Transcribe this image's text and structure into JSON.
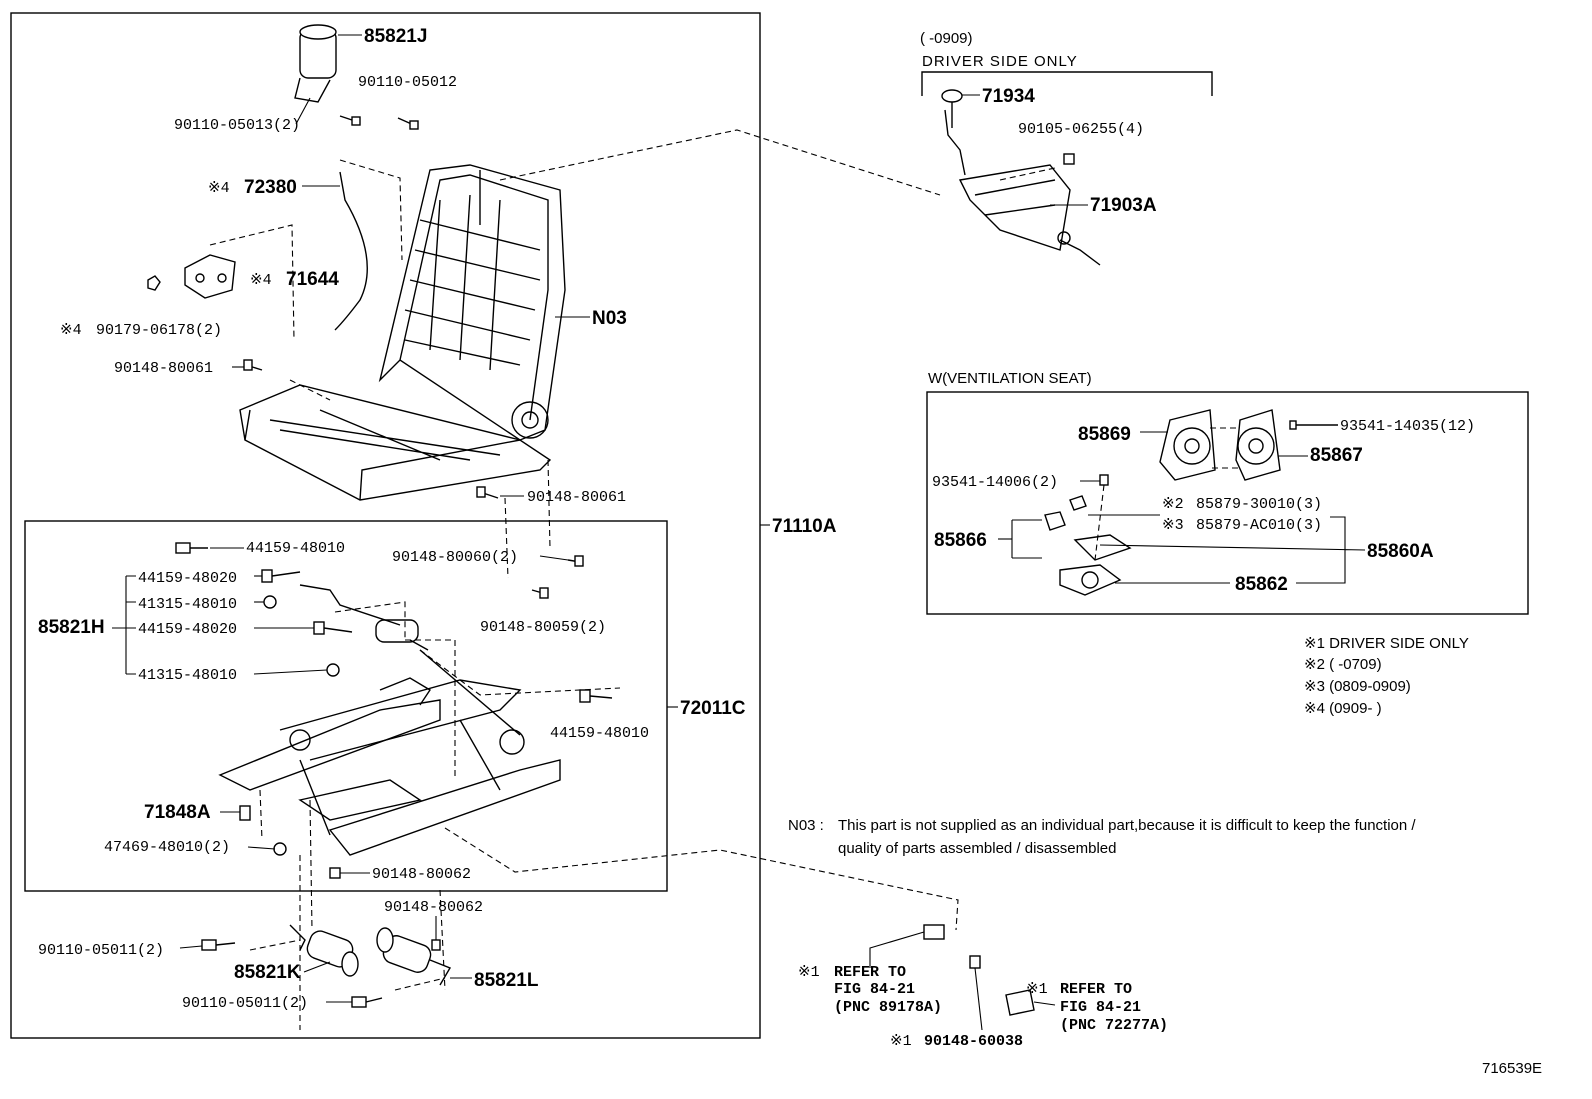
{
  "diagram_id": "716539E",
  "labels": {
    "p85821J": "85821J",
    "p90110_05012": "90110-05012",
    "p90110_05013": "90110-05013(2)",
    "p72380": "72380",
    "p71644": "71644",
    "p90179_06178": "90179-06178(2)",
    "p90148_80061a": "90148-80061",
    "pN03": "N03",
    "p90148_80061b": "90148-80061",
    "p71110A": "71110A",
    "p44159_48010a": "44159-48010",
    "p44159_48020a": "44159-48020",
    "p41315_48010a": "41315-48010",
    "p85821H": "85821H",
    "p44159_48020b": "44159-48020",
    "p41315_48010b": "41315-48010",
    "p90148_80060": "90148-80060(2)",
    "p90148_80059": "90148-80059(2)",
    "p72011C": "72011C",
    "p44159_48010b": "44159-48010",
    "p71848A": "71848A",
    "p47469_48010": "47469-48010(2)",
    "p90148_80062a": "90148-80062",
    "p90148_80062b": "90148-80062",
    "p90110_05011a": "90110-05011(2)",
    "p85821K": "85821K",
    "p85821L": "85821L",
    "p90110_05011b": "90110-05011(2)",
    "p71934": "71934",
    "p90105_06255": "90105-06255(4)",
    "p71903A": "71903A",
    "p85869": "85869",
    "p93541_14035": "93541-14035(12)",
    "p85867": "85867",
    "p93541_14006": "93541-14006(2)",
    "p85879_30010": "85879-30010(3)",
    "p85879_AC010": "85879-AC010(3)",
    "p85866": "85866",
    "p85860A": "85860A",
    "p85862": "85862",
    "p90148_60038": "90148-60038"
  },
  "marks": {
    "m1": "※1",
    "m2": "※2",
    "m3": "※3",
    "m4": "※4"
  },
  "driver_only": {
    "range": "(      -0909)",
    "title": "DRIVER SIDE ONLY"
  },
  "ventilation": {
    "title": "W(VENTILATION SEAT)"
  },
  "legend": {
    "l1": "※1  DRIVER SIDE ONLY",
    "l2": "※2  (      -0709)",
    "l3": "※3  (0809-0909)",
    "l4": "※4  (0909-      )"
  },
  "note": {
    "code": "N03 :",
    "line1": "This part is not supplied as an individual part,because it is difficult to keep the function /",
    "line2": "quality of parts assembled / disassembled"
  },
  "refs": {
    "r1_a": "REFER TO",
    "r1_b": "FIG 84-21",
    "r1_c": "(PNC 89178A)",
    "r2_a": "REFER TO",
    "r2_b": "FIG 84-21",
    "r2_c": "(PNC 72277A)"
  }
}
